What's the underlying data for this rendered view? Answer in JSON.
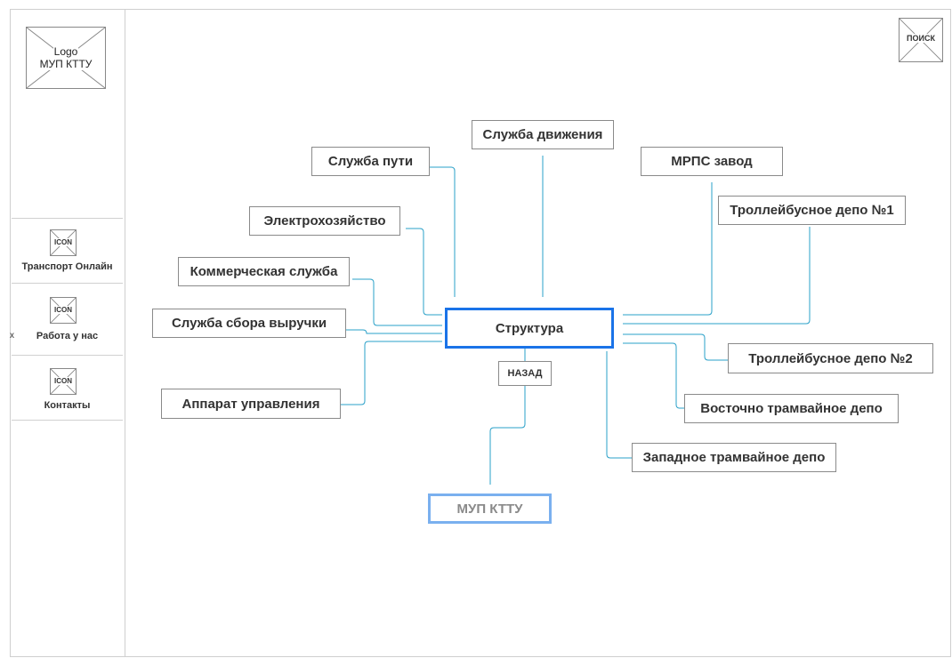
{
  "logo": {
    "line1": "Logo",
    "line2": "МУП КТТУ"
  },
  "search": {
    "label": "поиск"
  },
  "sidebar": {
    "stray_mark": "x",
    "items": [
      {
        "icon": "ICON",
        "label": "Транспорт Онлайн"
      },
      {
        "icon": "ICON",
        "label": "Работа у нас"
      },
      {
        "icon": "ICON",
        "label": "Контакты"
      }
    ]
  },
  "diagram": {
    "center": "Структура",
    "back": "НАЗАД",
    "root": "МУП КТТУ",
    "nodes": {
      "sluzhba_dvizheniya": "Служба движения",
      "sluzhba_puti": "Служба пути",
      "mrps_zavod": "МРПС завод",
      "elektro": "Электрохозяйство",
      "trolley_depo_1": "Троллейбусное депо №1",
      "kommercheskaya": "Коммерческая служба",
      "sbor_vyruchki": "Служба сбора выручки",
      "trolley_depo_2": "Троллейбусное депо №2",
      "apparat": "Аппарат управления",
      "vostochnoe_depo": "Восточно трамвайное депо",
      "zapadnoe_depo": "Западное трамвайное депо"
    }
  },
  "colors": {
    "accent": "#1a73e8",
    "root_border": "#7ab0ef",
    "connector": "#2aa0c8"
  }
}
